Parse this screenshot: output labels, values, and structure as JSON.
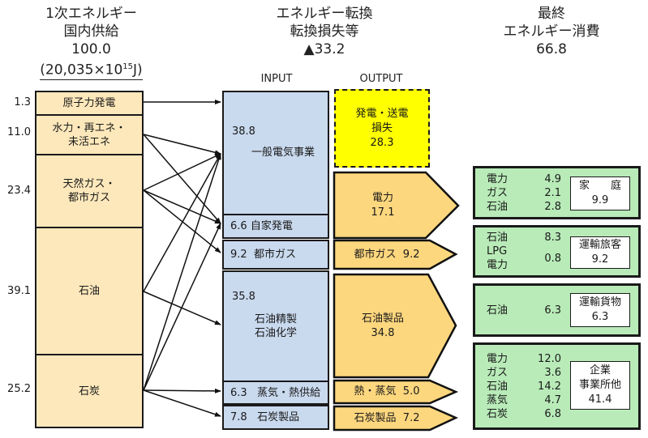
{
  "headers": {
    "primary": {
      "line1": "1次エネルギー",
      "line2": "国内供給",
      "value": "100.0",
      "unit_prefix": "(20,035×10",
      "unit_exp": "15",
      "unit_suffix": "J)"
    },
    "conversion": {
      "line1": "エネルギー転換",
      "line2": "転換損失等",
      "value": "▲33.2"
    },
    "final": {
      "line1": "最終",
      "line2": "エネルギー消費",
      "value": "66.8"
    }
  },
  "column_labels": {
    "input": "INPUT",
    "output": "OUTPUT"
  },
  "sources": [
    {
      "label": "原子力発電",
      "value": "1.3"
    },
    {
      "label": "水力・再エネ・\n未活エネ",
      "line1": "水力・再エネ・",
      "line2": "未活エネ",
      "value": "11.0"
    },
    {
      "label": "天然ガス・都市ガス",
      "line1": "天然ガス・",
      "line2": "都市ガス",
      "value": "23.4"
    },
    {
      "label": "石油",
      "value": "39.1"
    },
    {
      "label": "石炭",
      "value": "25.2"
    }
  ],
  "inputs": [
    {
      "value": "38.8",
      "label": "一般電気事業"
    },
    {
      "value": "6.6",
      "label": "自家発電"
    },
    {
      "value": "9.2",
      "label": "都市ガス"
    },
    {
      "value": "35.8",
      "line1": "石油精製",
      "line2": "石油化学"
    },
    {
      "value": "6.3",
      "label": "蒸気・熱供給"
    },
    {
      "value": "7.8",
      "label": "石炭製品"
    }
  ],
  "outputs": {
    "loss": {
      "line1": "発電・送電",
      "line2": "損失",
      "value": "28.3"
    },
    "items": [
      {
        "label": "電力",
        "value": "17.1"
      },
      {
        "label": "都市ガス",
        "value": "9.2"
      },
      {
        "label": "石油製品",
        "value": "34.8"
      },
      {
        "label": "熱・蒸気",
        "value": "5.0"
      },
      {
        "label": "石炭製品",
        "value": "7.2"
      }
    ]
  },
  "final_consumption": [
    {
      "sector": "家　　庭",
      "total": "9.9",
      "items": [
        {
          "k": "電力",
          "v": "4.9"
        },
        {
          "k": "ガス",
          "v": "2.1"
        },
        {
          "k": "石油",
          "v": "2.8"
        }
      ]
    },
    {
      "sector": "運輸旅客",
      "total": "9.2",
      "items": [
        {
          "k": "石油",
          "v": "8.3"
        },
        {
          "k": "LPG",
          "v": ""
        },
        {
          "k": "電力",
          "v": "0.8"
        }
      ]
    },
    {
      "sector": "運輸貨物",
      "total": "6.3",
      "items": [
        {
          "k": "石油",
          "v": "6.3"
        }
      ]
    },
    {
      "sector_line1": "企業",
      "sector_line2": "事業所他",
      "total": "41.4",
      "items": [
        {
          "k": "電力",
          "v": "12.0"
        },
        {
          "k": "ガス",
          "v": "3.6"
        },
        {
          "k": "石油",
          "v": "14.2"
        },
        {
          "k": "蒸気",
          "v": "4.7"
        },
        {
          "k": "石炭",
          "v": "6.8"
        }
      ]
    }
  ],
  "colors": {
    "source": "#fde8bb",
    "input": "#c9d9ee",
    "loss": "#ffff00",
    "output": "#fdd77e",
    "final": "#b8ebb8"
  }
}
